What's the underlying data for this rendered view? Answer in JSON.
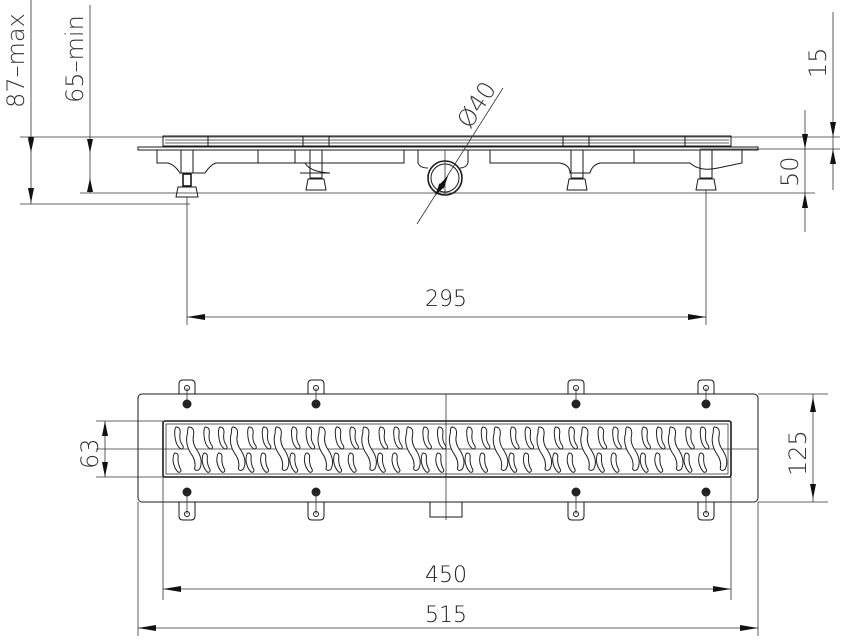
{
  "drawing": {
    "title": "Linear shower drain technical drawing",
    "side_view": {
      "dimensions": {
        "max_height": "87–max",
        "min_height": "65–min",
        "outlet_diameter": "Ø40",
        "grate_thickness": "15",
        "body_height": "50",
        "foot_spacing": "295"
      }
    },
    "top_view": {
      "dimensions": {
        "grate_width": "63",
        "frame_width": "125",
        "grate_length": "450",
        "frame_length": "515"
      }
    },
    "colors": {
      "line": "#1a1a1a",
      "background": "#ffffff"
    }
  }
}
